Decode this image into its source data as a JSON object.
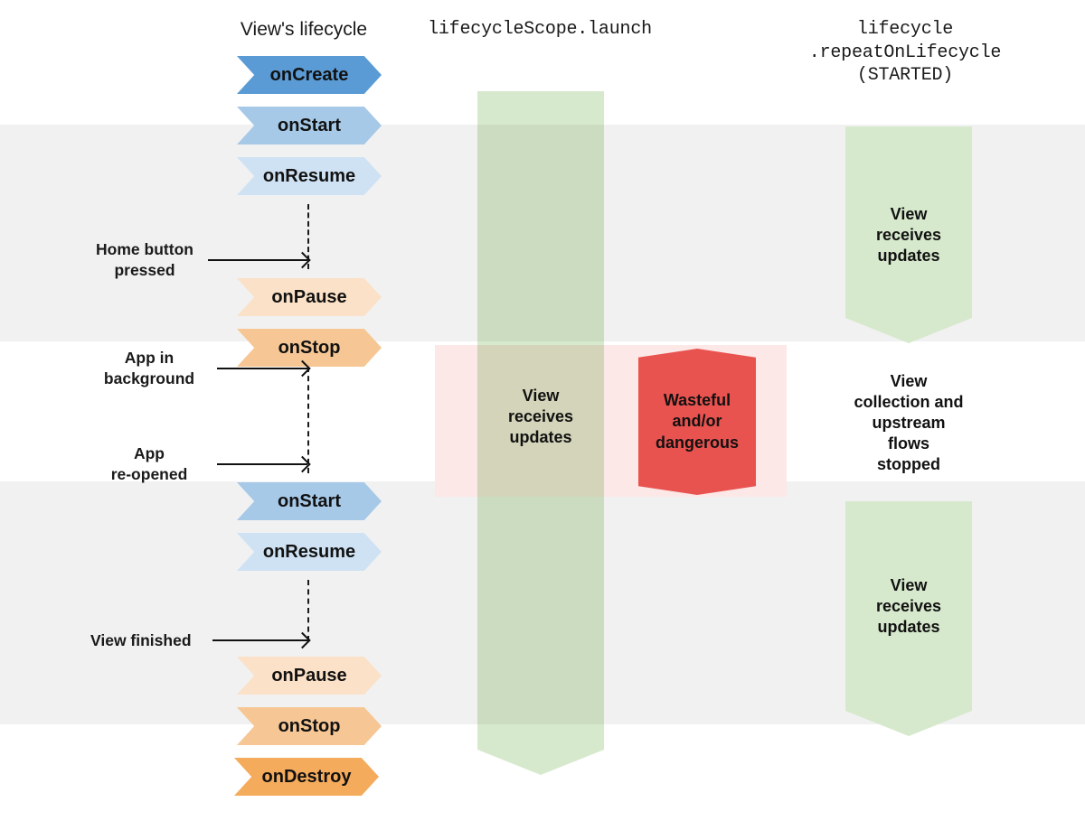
{
  "columns": {
    "lifecycle_header": "View's lifecycle",
    "launch_header": "lifecycleScope.launch",
    "repeat_header_line1": "lifecycle",
    "repeat_header_line2": ".repeatOnLifecycle",
    "repeat_header_line3": "(STARTED)"
  },
  "lifecycle_callouts": [
    {
      "label": "onCreate",
      "color": "#5a9bd5"
    },
    {
      "label": "onStart",
      "color": "#a6c9e8"
    },
    {
      "label": "onResume",
      "color": "#cfe2f3"
    },
    {
      "label": "onPause",
      "color": "#fbe1c7"
    },
    {
      "label": "onStop",
      "color": "#f6c794"
    },
    {
      "label": "onStart",
      "color": "#a6c9e8"
    },
    {
      "label": "onResume",
      "color": "#cfe2f3"
    },
    {
      "label": "onPause",
      "color": "#fbe1c7"
    },
    {
      "label": "onStop",
      "color": "#f6c794"
    },
    {
      "label": "onDestroy",
      "color": "#f5ab5c"
    }
  ],
  "events": [
    {
      "label": "Home button\npressed"
    },
    {
      "label": "App in\nbackground"
    },
    {
      "label": "App\nre-opened"
    },
    {
      "label": "View finished"
    }
  ],
  "launch_column": {
    "band_label": "View\nreceives\nupdates",
    "band_color": "#d7e9cd"
  },
  "danger": {
    "label": "Wasteful\nand/or\ndangerous",
    "hex_color": "#e9534f",
    "backdrop_color": "#fbe8e7"
  },
  "repeat_column": {
    "band_1_label": "View\nreceives\nupdates",
    "note_label": "View\ncollection and\nupstream\nflows\nstopped",
    "band_2_label": "View\nreceives\nupdates",
    "band_color": "#d7e9cd"
  },
  "background": {
    "band_color": "#f1f1f1",
    "page_color": "#ffffff"
  }
}
